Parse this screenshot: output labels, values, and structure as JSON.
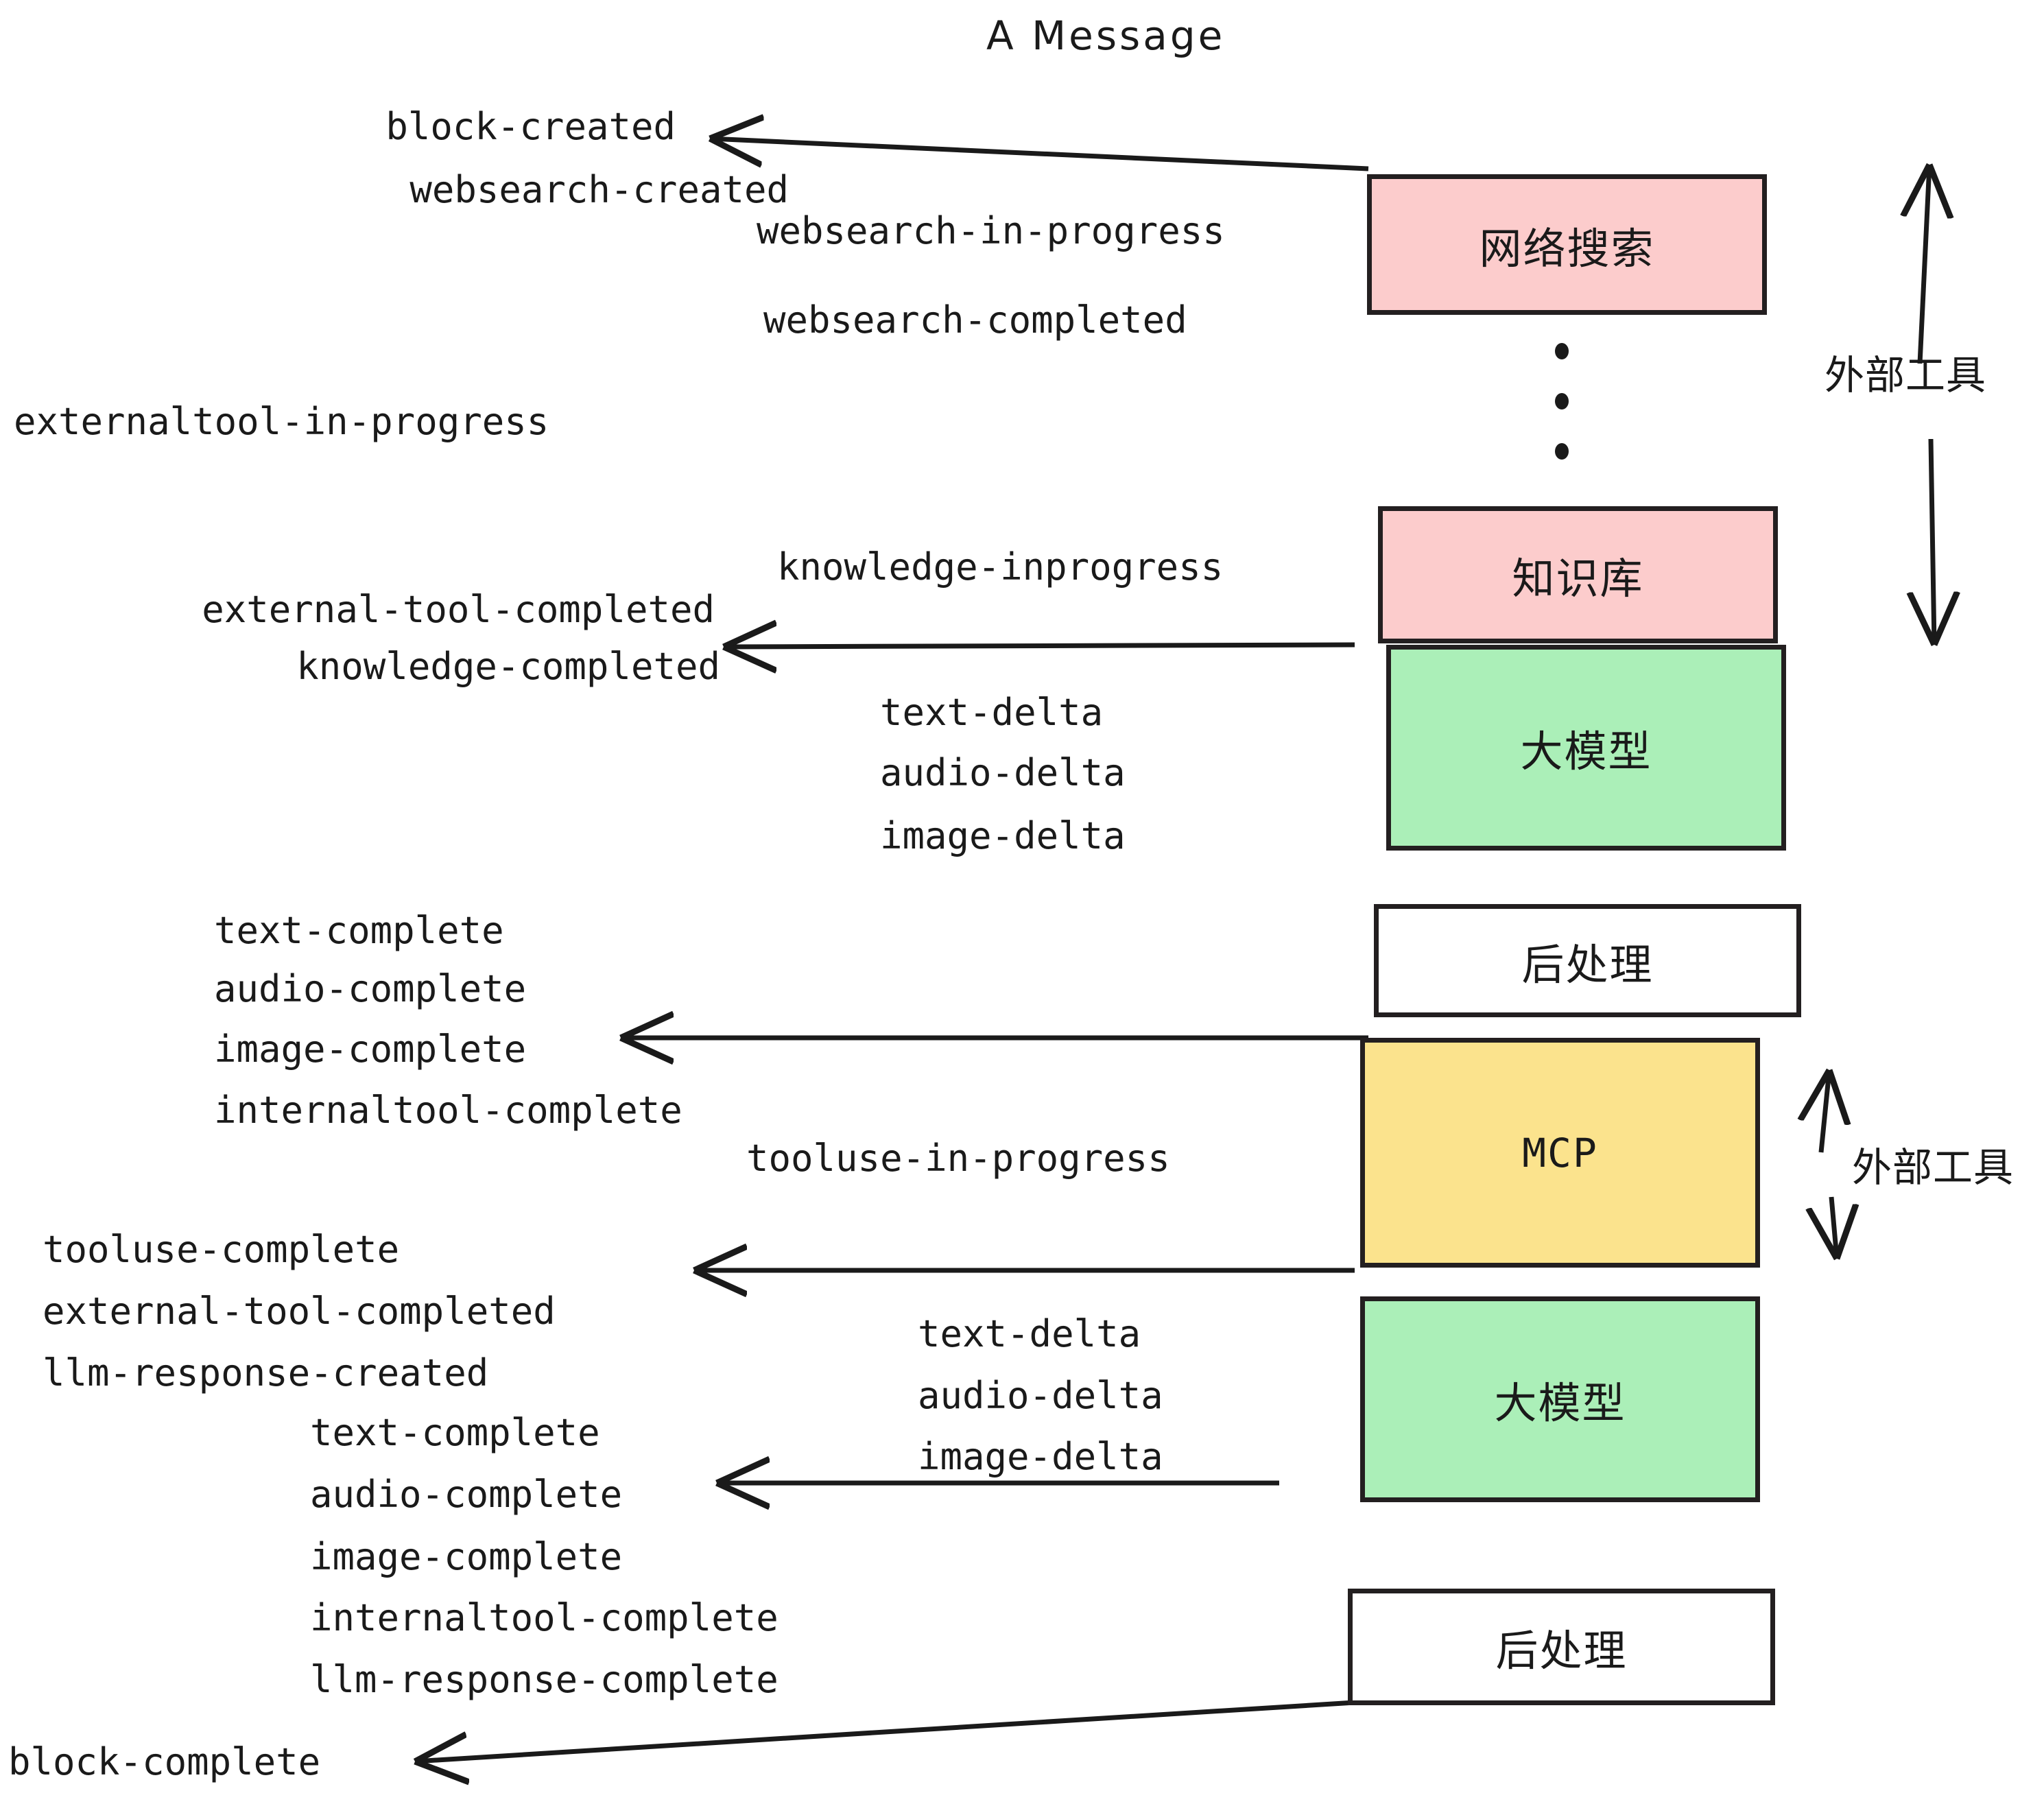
{
  "title": "A Message",
  "boxes": [
    {
      "label": "网络搜索",
      "color": "#fccccc"
    },
    {
      "label": "知识库",
      "color": "#fccccc"
    },
    {
      "label": "大模型",
      "color": "#abefb8"
    },
    {
      "label": "后处理",
      "color": "#ffffff"
    },
    {
      "label": "MCP",
      "color": "#fbe38d"
    },
    {
      "label": "大模型",
      "color": "#abefb8"
    },
    {
      "label": "后处理",
      "color": "#ffffff"
    }
  ],
  "side_labels": [
    {
      "text": "外部工具"
    },
    {
      "text": "外部工具"
    }
  ],
  "events": {
    "block_created": "block-created",
    "websearch_created": "websearch-created",
    "websearch_in_progress": "websearch-in-progress",
    "websearch_completed": "websearch-completed",
    "externaltool_in_progress": "externaltool-in-progress",
    "knowledge_inprogress": "knowledge-inprogress",
    "external_tool_completed_1": "external-tool-completed",
    "knowledge_completed": "knowledge-completed",
    "text_delta_1": "text-delta",
    "audio_delta_1": "audio-delta",
    "image_delta_1": "image-delta",
    "text_complete_1": "text-complete",
    "audio_complete_1": "audio-complete",
    "image_complete_1": "image-complete",
    "internaltool_complete_1": "internaltool-complete",
    "tooluse_in_progress": "tooluse-in-progress",
    "tooluse_complete": "tooluse-complete",
    "external_tool_completed_2": "external-tool-completed",
    "llm_response_created": "llm-response-created",
    "text_delta_2": "text-delta",
    "audio_delta_2": "audio-delta",
    "image_delta_2": "image-delta",
    "text_complete_2": "text-complete",
    "audio_complete_2": "audio-complete",
    "image_complete_2": "image-complete",
    "internaltool_complete_2": "internaltool-complete",
    "llm_response_complete": "llm-response-complete",
    "block_complete": "block-complete"
  },
  "colors": {
    "pink": "#fccccc",
    "green": "#abefb8",
    "yellow": "#fbe38d",
    "white": "#ffffff",
    "stroke": "#231f20"
  }
}
